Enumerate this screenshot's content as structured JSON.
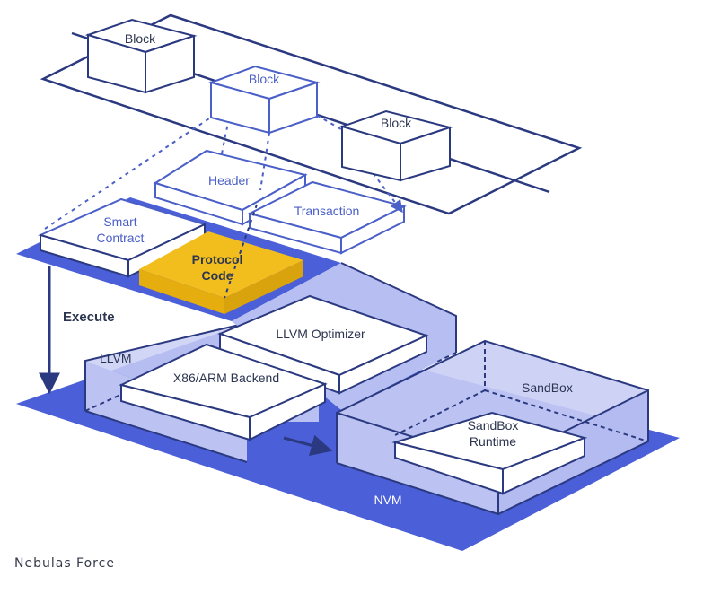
{
  "blocks": [
    "Block",
    "Block",
    "Block"
  ],
  "header": "Header",
  "transaction": "Transaction",
  "smart_contract": [
    "Smart",
    "Contract"
  ],
  "protocol_code": [
    "Protocol",
    "Code"
  ],
  "execute": "Execute",
  "llvm": "LLVM",
  "llvm_optimizer": "LLVM Optimizer",
  "x86_backend": "X86/ARM Backend",
  "sandbox": "SandBox",
  "sandbox_runtime": [
    "SandBox",
    "Runtime"
  ],
  "nvm": "NVM",
  "caption": "Nebulas Force",
  "colors": {
    "navy": "#2b3a80",
    "accent_blue": "#4a5fc8",
    "platform_blue": "#4a5fd8",
    "light_box": "#c9cef5",
    "protocol_yellow": "#f2be1e"
  }
}
